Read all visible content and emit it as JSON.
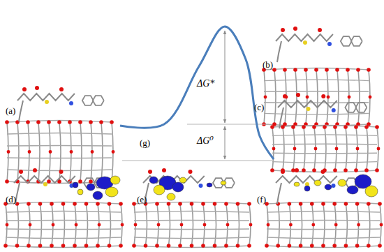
{
  "diagram": {
    "labels": [
      "(a)",
      "(b)",
      "(c)",
      "(d)",
      "(e)",
      "(f)",
      "(g)",
      "ΔG*",
      "ΔG⁰"
    ]
  }
}
